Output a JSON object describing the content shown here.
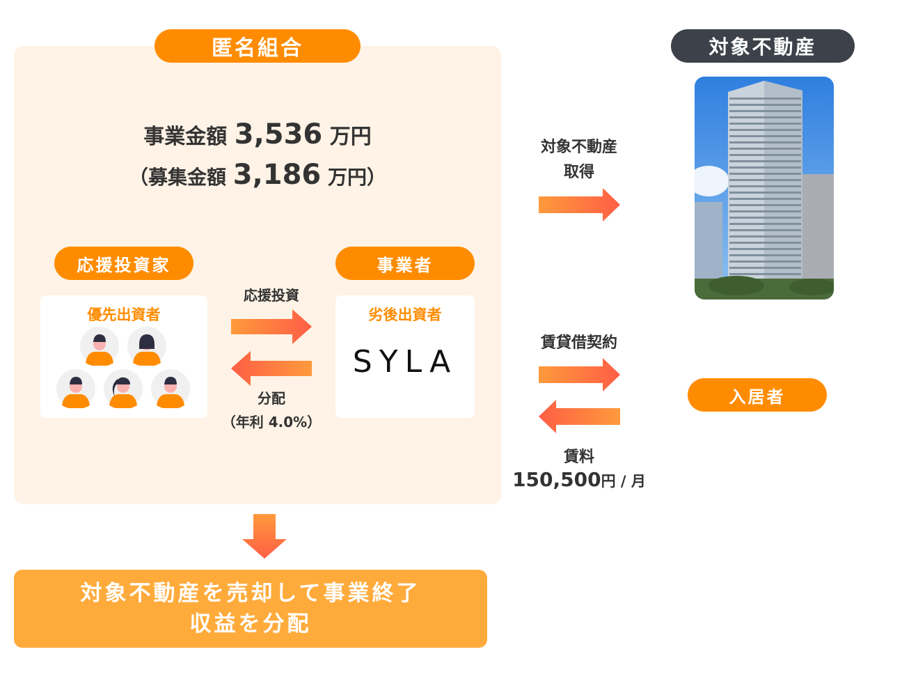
{
  "scheme": {
    "title": "匿名組合",
    "amount_line": {
      "label": "事業金額",
      "value": "3,536",
      "unit": "万円"
    },
    "recruit_line": {
      "open": "（",
      "label": "募集金額",
      "value": "3,186",
      "unit": "万円",
      "close": "）"
    },
    "investor": {
      "label": "応援投資家",
      "card_title": "優先出資者",
      "avatar_count": 5
    },
    "operator": {
      "label": "事業者",
      "card_title": "劣後出資者",
      "logo": "SYLA"
    },
    "invest_arrow_label": "応援投資",
    "distribution_label": "分配",
    "distribution_rate": "（年利 4.0%）"
  },
  "property": {
    "title": "対象不動産",
    "acquire_label_1": "対象不動産",
    "acquire_label_2": "取得",
    "lease_label": "賃貸借契約",
    "rent_label": "賃料",
    "rent_value": "150,500",
    "rent_unit": "円 / 月",
    "tenant_label": "入居者"
  },
  "conclusion": {
    "line1": "対象不動産を売却して事業終了",
    "line2": "収益を分配"
  },
  "colors": {
    "accent": "#ff8c00",
    "panel": "#fef3e6",
    "dark": "#3d424a",
    "arrow_start": "#ff9a3c",
    "arrow_end": "#ff5e45",
    "conclusion": "#ffab3c"
  }
}
